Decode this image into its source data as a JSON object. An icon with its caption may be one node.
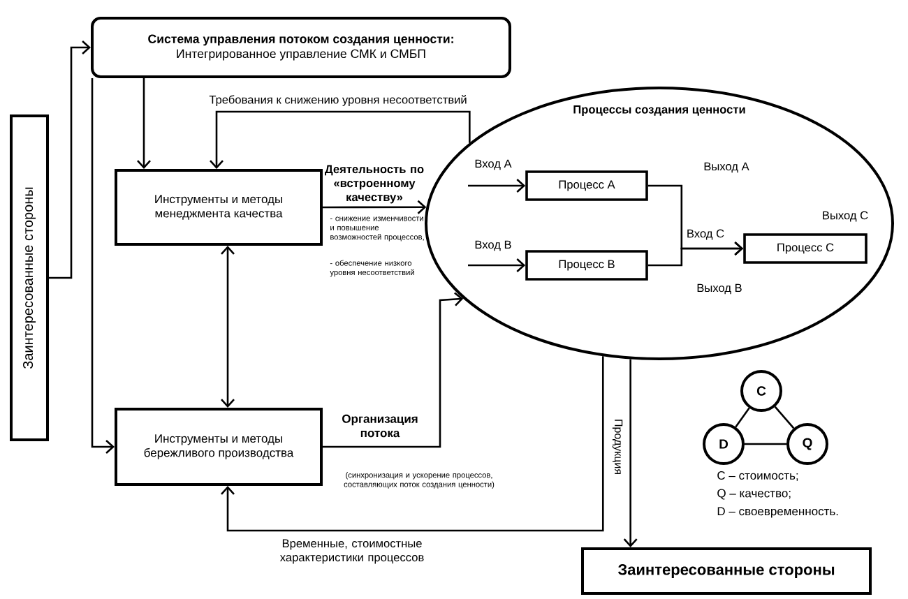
{
  "diagram": {
    "nodes": [
      {
        "text": [
          "Заинтересованные стороны"
        ]
      },
      {
        "text": [
          "Система управления потоком создания ценности:",
          "Интегрированное управление СМК и СМБП"
        ]
      },
      {
        "text": [
          "Инструменты и методы менеджмента качества"
        ]
      },
      {
        "text": [
          "Инструменты и методы бережливого производства"
        ]
      },
      {
        "text": [
          "Процессы создания ценности"
        ]
      },
      {
        "text": [
          "Процесс А"
        ],
        "in": 4
      },
      {
        "text": [
          "Процесс В"
        ],
        "in": 4
      },
      {
        "text": [
          "Процесс С"
        ],
        "in": 4
      },
      {
        "text": [
          "Заинтересованные стороны"
        ]
      },
      {
        "text": [
          "C"
        ]
      },
      {
        "text": [
          "D"
        ]
      },
      {
        "text": [
          "Q"
        ]
      }
    ],
    "edges": [
      {
        "from": 0,
        "to": 1,
        "arrow": "to"
      },
      {
        "from": 1,
        "to": 2,
        "arrow": "to"
      },
      {
        "from": 1,
        "to": 3,
        "arrow": "to"
      },
      {
        "from": 4,
        "to": 2,
        "arrow": "to",
        "label": "Требования к снижению уровня несоответствий"
      },
      {
        "from": 2,
        "to": 4,
        "arrow": "to",
        "label": "Деятельность по «встроенному качеству»"
      },
      {
        "from": 2,
        "to": 3,
        "arrow": "both"
      },
      {
        "from": 3,
        "to": 4,
        "arrow": "to",
        "label": "Организация потока"
      },
      {
        "from": 4,
        "to": 3,
        "arrow": "to",
        "label": "Временные, стоимостные характеристики процессов"
      },
      {
        "from": 4,
        "to": 8,
        "arrow": "to",
        "label": "Продукция"
      },
      {
        "from": null,
        "to": 5,
        "arrow": "to",
        "label": "Вход А"
      },
      {
        "from": null,
        "to": 6,
        "arrow": "to",
        "label": "Вход В"
      },
      {
        "from": 5,
        "to": 7,
        "arrow": "to"
      },
      {
        "from": 6,
        "to": 7,
        "arrow": "to"
      },
      {
        "from": 9,
        "to": 10,
        "arrow": "none"
      },
      {
        "from": 9,
        "to": 11,
        "arrow": "none"
      },
      {
        "from": 10,
        "to": 11,
        "arrow": "none"
      }
    ],
    "labels": [
      "- снижение изменчивости и повышение возможностей процессов,",
      "- обеспечение низкого уровня несоответствий",
      "(синхронизация и ускорение процессов, составляющих поток создания ценности)",
      "Выход А",
      "Вход С",
      "Выход С",
      "Выход В",
      "C – стоимость;",
      "Q – качество;",
      "D – своевременность."
    ]
  }
}
